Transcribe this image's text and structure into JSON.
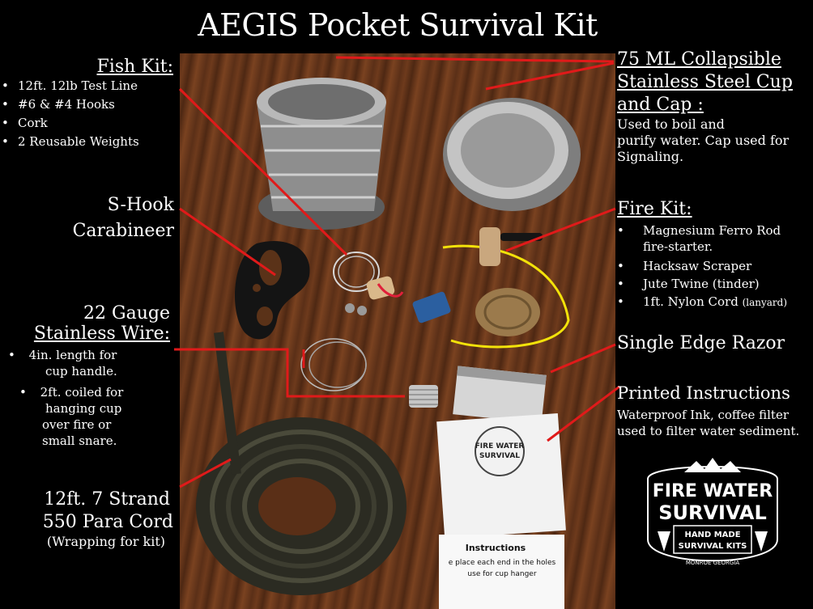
{
  "title": "AEGIS Pocket Survival Kit",
  "fish_kit": {
    "heading": "Fish Kit:",
    "items": [
      "12ft. 12lb Test Line",
      "#6 & #4 Hooks",
      "Cork",
      "2 Reusable Weights"
    ]
  },
  "s_hook": {
    "line1": "S-Hook",
    "line2": "Carabineer"
  },
  "wire": {
    "heading1": "22 Gauge",
    "heading2": "Stainless Wire:",
    "items": [
      {
        "line1": "4in. length for",
        "line2": "cup handle."
      },
      {
        "line1": "2ft. coiled for",
        "line2": "hanging cup",
        "line3": "over fire or",
        "line4": "small snare."
      }
    ]
  },
  "para_cord": {
    "line1": "12ft. 7 Strand",
    "line2": "550 Para Cord",
    "line3": "(Wrapping for kit)"
  },
  "cup": {
    "heading1": "75 ML Collapsible",
    "heading2": "Stainless Steel Cup",
    "heading3": "and Cap :",
    "desc1": "Used to boil and",
    "desc2": "purify water.  Cap used for",
    "desc3": "Signaling."
  },
  "fire_kit": {
    "heading": "Fire Kit:",
    "items": [
      "Magnesium Ferro Rod",
      "Hacksaw Scraper",
      "Jute Twine (tinder)",
      "1ft. Nylon Cord"
    ],
    "item1_cont": "fire-starter.",
    "item4_suffix": "(lanyard)"
  },
  "razor": {
    "heading": "Single Edge Razor"
  },
  "instructions": {
    "heading": "Printed Instructions",
    "desc1": "Waterproof Ink, coffee filter",
    "desc2": "used to filter water sediment."
  },
  "logo": {
    "line1": "FIRE WATER",
    "line2": "SURVIVAL",
    "line3": "HAND MADE",
    "line4": "SURVIVAL KITS",
    "line5": "MONROE GEORGIA"
  },
  "photo_text": {
    "card_title1": "FIRE WATER",
    "card_title2": "SURVIVAL",
    "card_heading": "Instructions",
    "card_line1": "e place each end in the holes",
    "card_line2": "use for cup hanger"
  },
  "colors": {
    "leader": "#e01a1a",
    "background": "#000000",
    "wood": "#6a381b"
  }
}
